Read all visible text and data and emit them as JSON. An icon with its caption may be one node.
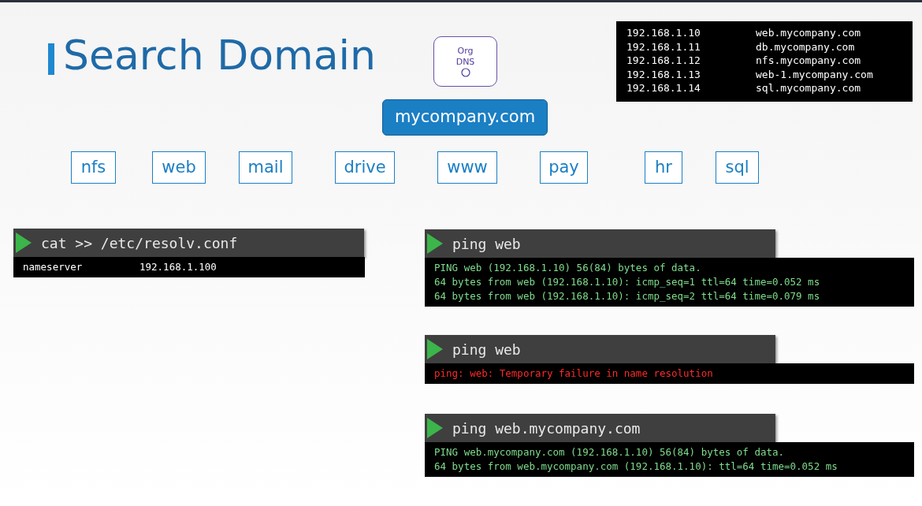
{
  "diagram": {
    "title": "Search Domain",
    "nodes": [
      {
        "text": [
          "Org DNS"
        ]
      },
      {
        "text": [
          "mycompany.com"
        ]
      },
      {
        "text": [
          "nfs"
        ]
      },
      {
        "text": [
          "web"
        ]
      },
      {
        "text": [
          "mail"
        ]
      },
      {
        "text": [
          "drive"
        ]
      },
      {
        "text": [
          "www"
        ]
      },
      {
        "text": [
          "pay"
        ]
      },
      {
        "text": [
          "hr"
        ]
      },
      {
        "text": [
          "sql"
        ]
      },
      {
        "text": [
          "192.168.1.10",
          "web.mycompany.com",
          "192.168.1.11",
          "db.mycompany.com",
          "192.168.1.12",
          "nfs.mycompany.com",
          "192.168.1.13",
          "web-1.mycompany.com",
          "192.168.1.14",
          "sql.mycompany.com"
        ]
      },
      {
        "text": [
          "cat >> /etc/resolv.conf",
          "nameserver",
          "192.168.1.100"
        ]
      },
      {
        "text": [
          "ping web",
          "PING web (192.168.1.10) 56(84) bytes of data.",
          "64 bytes from web (192.168.1.10): icmp_seq=1 ttl=64 time=0.052 ms",
          "64 bytes from web (192.168.1.10): icmp_seq=2 ttl=64 time=0.079 ms"
        ]
      },
      {
        "text": [
          "ping web",
          "ping: web: Temporary failure in name resolution"
        ]
      },
      {
        "text": [
          "ping web.mycompany.com",
          "PING web.mycompany.com (192.168.1.10) 56(84) bytes of data.",
          "64 bytes from web.mycompany.com (192.168.1.10): ttl=64 time=0.052 ms"
        ]
      }
    ],
    "edges": []
  }
}
